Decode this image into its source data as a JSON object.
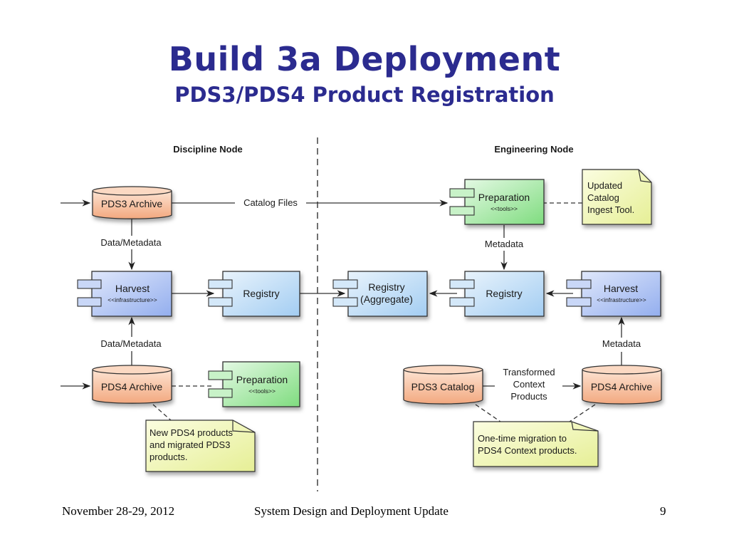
{
  "slide": {
    "title": "Build 3a Deployment",
    "subtitle": "PDS3/PDS4 Product Registration"
  },
  "diagram": {
    "discipline_node": {
      "header": "Discipline Node",
      "pds3_archive": "PDS3 Archive",
      "harvest": {
        "name": "Harvest",
        "stereotype": "<<infrastructure>>"
      },
      "registry": "Registry",
      "pds4_archive": "PDS4 Archive",
      "preparation": {
        "name": "Preparation",
        "stereotype": "<<tools>>"
      },
      "note": [
        "New PDS4 products",
        "and migrated PDS3",
        "products."
      ],
      "edge_labels": {
        "top": "Data/Metadata",
        "bottom": "Data/Metadata"
      }
    },
    "engineering_node": {
      "header": "Engineering Node",
      "preparation": {
        "name": "Preparation",
        "stereotype": "<<tools>>"
      },
      "note_top": [
        "Updated",
        "Catalog",
        "Ingest Tool."
      ],
      "registry_aggregate": [
        "Registry",
        "(Aggregate)"
      ],
      "registry": "Registry",
      "harvest": {
        "name": "Harvest",
        "stereotype": "<<infrastructure>>"
      },
      "pds3_catalog": "PDS3 Catalog",
      "pds4_archive": "PDS4 Archive",
      "note_bottom": [
        "One-time migration to",
        "PDS4 Context products."
      ],
      "edge_labels": {
        "metadata_top": "Metadata",
        "metadata_right": "Metadata",
        "transformed": [
          "Transformed",
          "Context",
          "Products"
        ]
      }
    },
    "cross_edge_label": "Catalog Files",
    "colors": {
      "archive_fill": "#f6b894",
      "infra_fill": "#a9bff2",
      "registry_fill": "#b8daf5",
      "tools_fill": "#9be49b",
      "note_fill": "#f0f5a8",
      "title_color": "#2b2b8f"
    }
  },
  "footer": {
    "date": "November 28-29, 2012",
    "event": "System Design and Deployment Update",
    "page": "9"
  }
}
